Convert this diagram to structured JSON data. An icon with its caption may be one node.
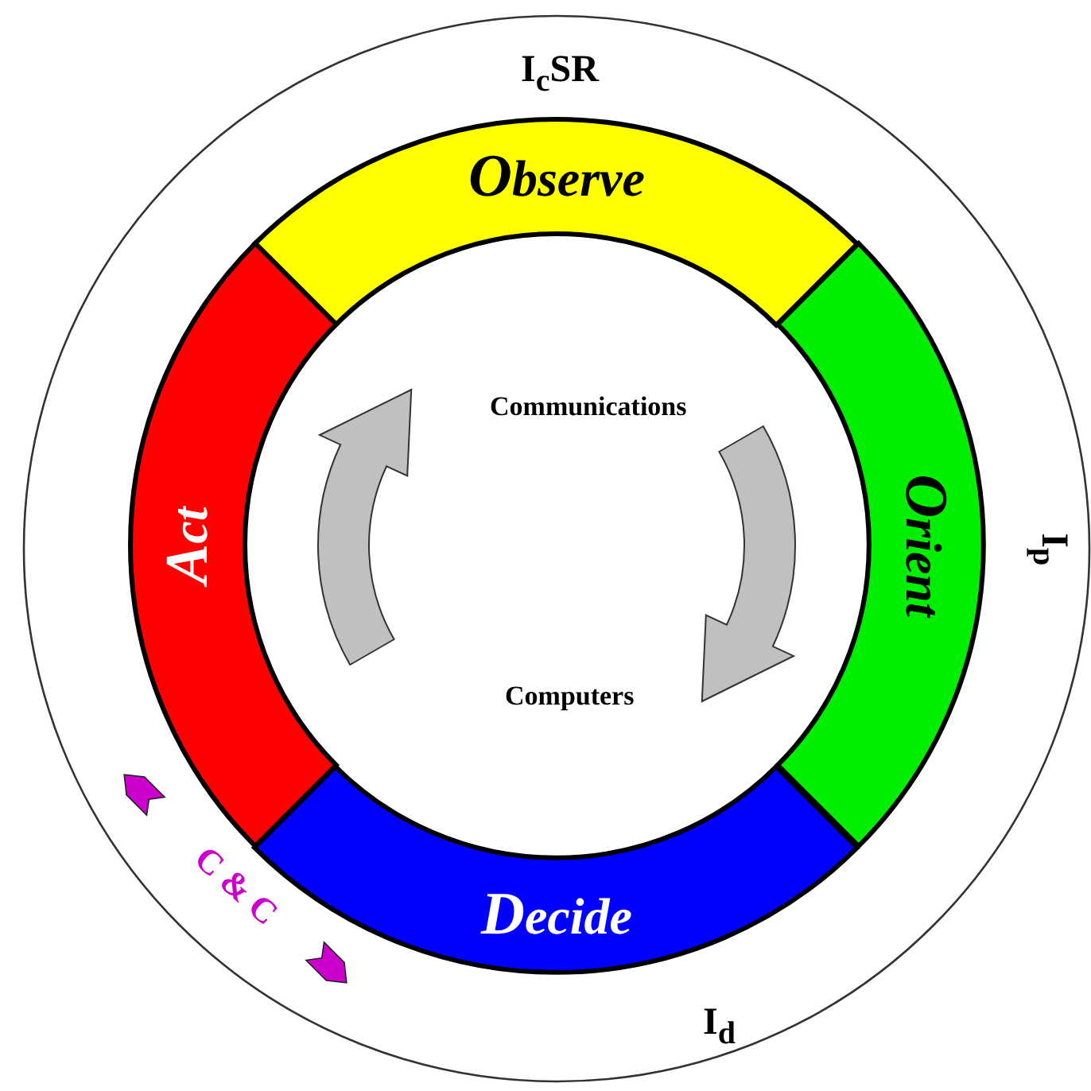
{
  "diagram": {
    "nodes": [
      {
        "text": [
          "Observe"
        ]
      },
      {
        "text": [
          "Orient"
        ]
      },
      {
        "text": [
          "Decide"
        ]
      },
      {
        "text": [
          "Act"
        ]
      }
    ],
    "edges": [
      {
        "from": 3,
        "to": 0,
        "arrow": "to"
      },
      {
        "from": 1,
        "to": 2,
        "arrow": "to"
      }
    ],
    "labels": [
      "I$_{c}$SR",
      "Communications",
      "Computers",
      "I$_{p}$",
      "I$_{d}$",
      "C & C"
    ]
  }
}
